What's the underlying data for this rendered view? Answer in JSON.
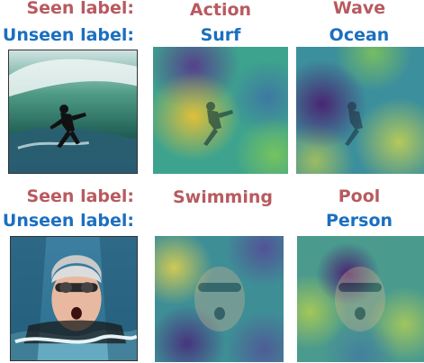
{
  "colors": {
    "seen": "#b85a5f",
    "unseen": "#1b6fc0"
  },
  "rows": [
    {
      "seen_caption": "Seen label:",
      "unseen_caption": "Unseen label:",
      "seen_heat_label": "Action",
      "unseen_heat_label": "Surf",
      "seen_heat_label_2": "Wave",
      "unseen_heat_label_2": "Ocean"
    },
    {
      "seen_caption": "Seen label:",
      "unseen_caption": "Unseen label:",
      "seen_heat_label": "Swimming",
      "seen_heat_label_2": "Pool",
      "unseen_heat_label_2": "Person"
    }
  ],
  "images": [
    {
      "name": "surfer-photo"
    },
    {
      "name": "surfer-heatmap-action-surf"
    },
    {
      "name": "surfer-heatmap-wave-ocean"
    },
    {
      "name": "swimmer-photo"
    },
    {
      "name": "swimmer-heatmap-swimming"
    },
    {
      "name": "swimmer-heatmap-pool-person"
    }
  ]
}
